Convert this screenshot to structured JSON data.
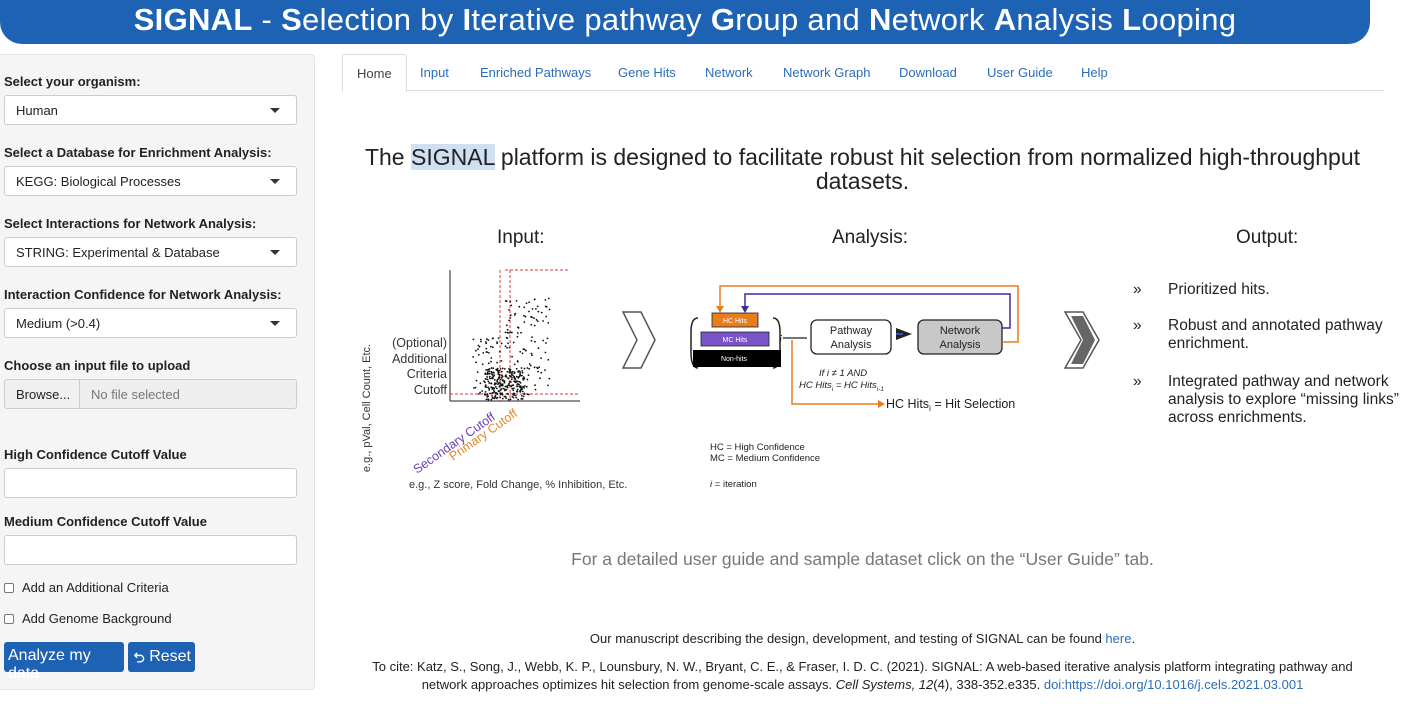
{
  "banner": {
    "parts": [
      {
        "b": "SIGNAL",
        "r": ""
      },
      {
        "b": "",
        "r": " - "
      },
      {
        "b": "S",
        "r": "election by "
      },
      {
        "b": "I",
        "r": "terative pathway "
      },
      {
        "b": "G",
        "r": "roup and "
      },
      {
        "b": "N",
        "r": "etwork "
      },
      {
        "b": "A",
        "r": "nalysis "
      },
      {
        "b": "L",
        "r": "ooping"
      }
    ]
  },
  "sidebar": {
    "organism_label": "Select your organism:",
    "organism_value": "Human",
    "database_label": "Select a Database for Enrichment Analysis:",
    "database_value": "KEGG: Biological Processes",
    "interactions_label": "Select Interactions for Network Analysis:",
    "interactions_value": "STRING: Experimental & Database",
    "confidence_label": "Interaction Confidence for Network Analysis:",
    "confidence_value": "Medium (>0.4)",
    "file_label": "Choose an input file to upload",
    "browse_label": "Browse...",
    "file_placeholder": "No file selected",
    "hc_label": "High Confidence Cutoff Value",
    "hc_value": "",
    "mc_label": "Medium Confidence Cutoff Value",
    "mc_value": "",
    "additional_criteria_label": "Add an Additional Criteria",
    "genome_background_label": "Add Genome Background",
    "analyze_label": "Analyze my data",
    "reset_label": "Reset"
  },
  "tabs": [
    "Home",
    "Input",
    "Enriched Pathways",
    "Gene Hits",
    "Network",
    "Network Graph",
    "Download",
    "User Guide",
    "Help"
  ],
  "main": {
    "headline_pre": "The ",
    "headline_hl": "SIGNAL",
    "headline_post": " platform is designed to facilitate robust hit selection from normalized high-throughput datasets.",
    "input_heading": "Input:",
    "analysis_heading": "Analysis:",
    "output_heading": "Output:",
    "figure": {
      "y_axis": "e.g., pVal, Cell Count, Etc.",
      "optional_1": "(Optional)",
      "optional_2": "Additional",
      "optional_3": "Criteria",
      "optional_4": "Cutoff",
      "secondary_cutoff": "Secondary Cutoff",
      "primary_cutoff": "Primary Cutoff",
      "x_axis": "e.g., Z score, Fold Change, % Inhibition, Etc.",
      "hc_hits": "HC Hits",
      "mc_hits": "MC Hits",
      "non_hits": "Non-hits",
      "iter_sub": "i",
      "pathway_1": "Pathway",
      "pathway_2": "Analysis",
      "network_1": "Network",
      "network_2": "Analysis",
      "cond_1": "If i ≠ 1 AND",
      "cond_2": "HC Hits",
      "cond_2b": "i",
      "cond_2c": " = HC Hits",
      "cond_2d": "i-1",
      "hit_sel_a": "HC Hits",
      "hit_sel_b": "i",
      "hit_sel_c": " = Hit Selection",
      "legend_hc": "HC = High Confidence",
      "legend_mc": "MC = Medium Confidence",
      "legend_i": "= iteration",
      "legend_i_sym": "i"
    },
    "output_bullet": "»",
    "outputs": [
      "Prioritized hits.",
      "Robust and annotated pathway enrichment.",
      "Integrated pathway and network analysis to explore “missing links” across enrichments."
    ],
    "guide_text": "For a detailed user guide and sample dataset click on the “User Guide” tab.",
    "manuscript_text": "Our manuscript describing the design, development, and testing of SIGNAL can be found ",
    "manuscript_link": "here",
    "manuscript_end": ".",
    "cite_text": "To cite: Katz, S., Song, J., Webb, K. P., Lounsbury, N. W., Bryant, C. E., & Fraser, I. D. C. (2021). SIGNAL: A web-based iterative analysis platform integrating pathway and network approaches optimizes hit selection from genome-scale assays. ",
    "cite_journal": "Cell Systems, 12",
    "cite_issue": "(4), 338-352.e335. ",
    "cite_doi": "doi:https://doi.org/10.1016/j.cels.2021.03.001"
  },
  "colors": {
    "accent": "#1e62b4",
    "link": "#2a6ebb",
    "hc": "#e87d1e",
    "mc": "#7a55c8",
    "secondary": "#6a3fb5",
    "primary": "#e08a2a",
    "cutoff_line": "#d93a3a"
  }
}
